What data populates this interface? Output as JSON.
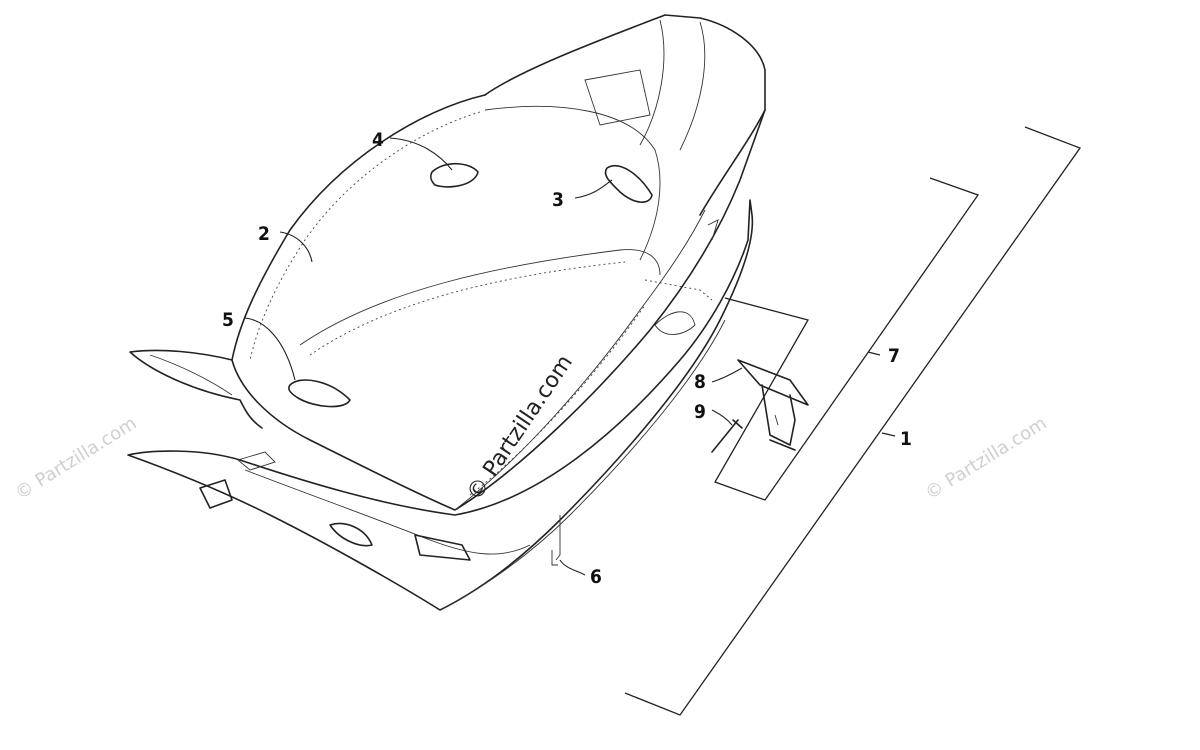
{
  "watermarks": {
    "center": "© Partzilla.com",
    "repeated": "© Partzilla.com"
  },
  "callouts": [
    {
      "id": "1",
      "label": "1"
    },
    {
      "id": "2",
      "label": "2"
    },
    {
      "id": "3",
      "label": "3"
    },
    {
      "id": "4",
      "label": "4"
    },
    {
      "id": "5",
      "label": "5"
    },
    {
      "id": "6",
      "label": "6"
    },
    {
      "id": "7",
      "label": "7"
    },
    {
      "id": "8",
      "label": "8"
    },
    {
      "id": "9",
      "label": "9"
    }
  ],
  "colors": {
    "line": "#222222",
    "watermark": "#cfcfcf",
    "background": "#ffffff"
  }
}
